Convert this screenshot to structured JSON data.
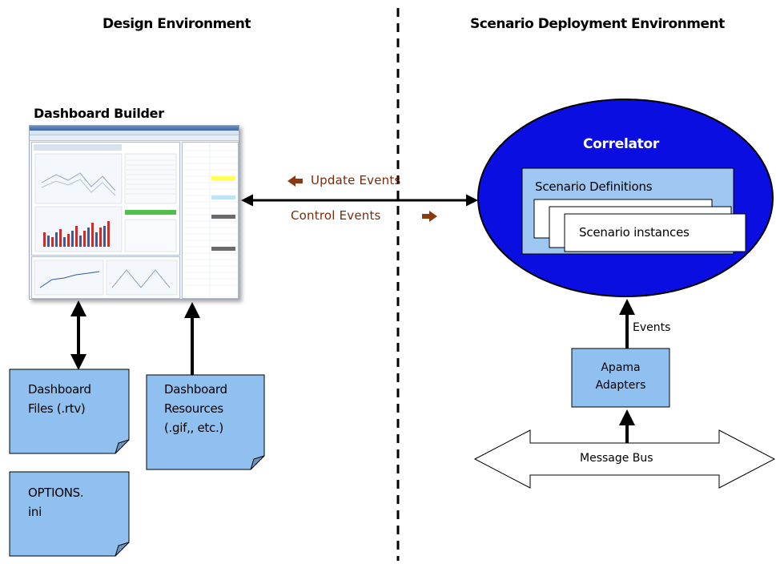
{
  "headings": {
    "design_environment": "Design Environment",
    "deployment_environment": "Scenario Deployment Environment"
  },
  "dashboard_builder": {
    "title": "Dashboard Builder"
  },
  "notes": {
    "dashboard_files": [
      "Dashboard",
      "Files (.rtv)"
    ],
    "dashboard_resources": [
      "Dashboard",
      "Resources",
      "(.gif,, etc.)"
    ],
    "options_ini": [
      "OPTIONS.",
      "ini"
    ]
  },
  "events": {
    "update": "Update Events",
    "control": "Control Events",
    "events": "Events"
  },
  "correlator": {
    "title": "Correlator",
    "scenario_definitions": "Scenario Definitions",
    "scenario_instances": "Scenario instances"
  },
  "adapters": {
    "label_line1": "Apama",
    "label_line2": "Adapters"
  },
  "message_bus": {
    "label": "Message Bus"
  },
  "colors": {
    "note_fill": "#8fc0f0",
    "correlator_blue": "#0a0ee0",
    "definitions_fill": "#9ec8f2",
    "event_arrow": "#8a3a10"
  }
}
